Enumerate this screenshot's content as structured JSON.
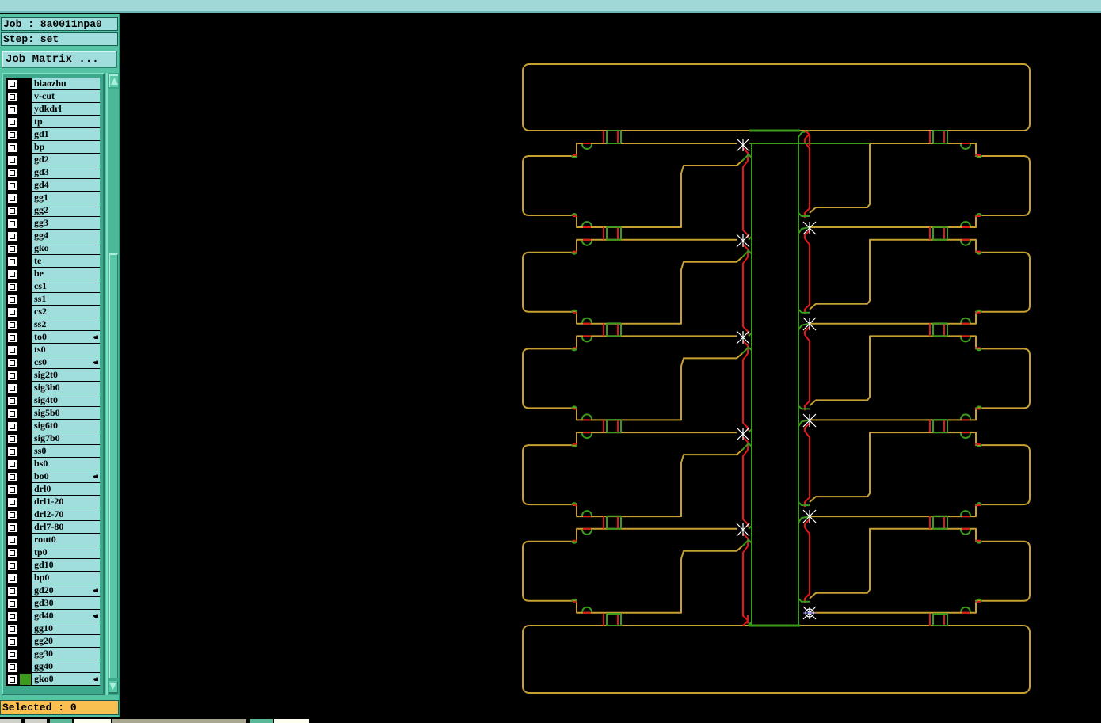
{
  "window": {
    "title": ""
  },
  "panel": {
    "job_label": "Job : 8a0011npa0",
    "step_label": "Step: set",
    "job_matrix_button": "Job Matrix ...",
    "selected_status": "Selected : 0"
  },
  "layers": [
    {
      "name": "biaozhu",
      "checked": false,
      "color": null,
      "marker": false
    },
    {
      "name": "v-cut",
      "checked": false,
      "color": null,
      "marker": false
    },
    {
      "name": "ydkdrl",
      "checked": false,
      "color": null,
      "marker": false
    },
    {
      "name": "tp",
      "checked": false,
      "color": null,
      "marker": false
    },
    {
      "name": "gd1",
      "checked": false,
      "color": null,
      "marker": false
    },
    {
      "name": "bp",
      "checked": false,
      "color": null,
      "marker": false
    },
    {
      "name": "gd2",
      "checked": false,
      "color": null,
      "marker": false
    },
    {
      "name": "gd3",
      "checked": false,
      "color": null,
      "marker": false
    },
    {
      "name": "gd4",
      "checked": false,
      "color": null,
      "marker": false
    },
    {
      "name": "gg1",
      "checked": false,
      "color": null,
      "marker": false
    },
    {
      "name": "gg2",
      "checked": false,
      "color": null,
      "marker": false
    },
    {
      "name": "gg3",
      "checked": false,
      "color": null,
      "marker": false
    },
    {
      "name": "gg4",
      "checked": false,
      "color": null,
      "marker": false
    },
    {
      "name": "gko",
      "checked": false,
      "color": null,
      "marker": false
    },
    {
      "name": "te",
      "checked": false,
      "color": null,
      "marker": false
    },
    {
      "name": "be",
      "checked": false,
      "color": null,
      "marker": false
    },
    {
      "name": "cs1",
      "checked": false,
      "color": null,
      "marker": false
    },
    {
      "name": "ss1",
      "checked": false,
      "color": null,
      "marker": false
    },
    {
      "name": "cs2",
      "checked": false,
      "color": null,
      "marker": false
    },
    {
      "name": "ss2",
      "checked": false,
      "color": null,
      "marker": false
    },
    {
      "name": "to0",
      "checked": false,
      "color": null,
      "marker": true
    },
    {
      "name": "ts0",
      "checked": false,
      "color": null,
      "marker": false
    },
    {
      "name": "cs0",
      "checked": false,
      "color": null,
      "marker": true
    },
    {
      "name": "sig2t0",
      "checked": false,
      "color": null,
      "marker": false
    },
    {
      "name": "sig3b0",
      "checked": false,
      "color": null,
      "marker": false
    },
    {
      "name": "sig4t0",
      "checked": false,
      "color": null,
      "marker": false
    },
    {
      "name": "sig5b0",
      "checked": false,
      "color": null,
      "marker": false
    },
    {
      "name": "sig6t0",
      "checked": false,
      "color": null,
      "marker": false
    },
    {
      "name": "sig7b0",
      "checked": false,
      "color": null,
      "marker": false
    },
    {
      "name": "ss0",
      "checked": false,
      "color": null,
      "marker": false
    },
    {
      "name": "bs0",
      "checked": false,
      "color": null,
      "marker": false
    },
    {
      "name": "bo0",
      "checked": false,
      "color": null,
      "marker": true
    },
    {
      "name": "drl0",
      "checked": false,
      "color": null,
      "marker": false
    },
    {
      "name": "drl1-20",
      "checked": false,
      "color": null,
      "marker": false
    },
    {
      "name": "drl2-70",
      "checked": false,
      "color": null,
      "marker": false
    },
    {
      "name": "drl7-80",
      "checked": false,
      "color": null,
      "marker": false
    },
    {
      "name": "rout0",
      "checked": false,
      "color": null,
      "marker": false
    },
    {
      "name": "tp0",
      "checked": false,
      "color": null,
      "marker": false
    },
    {
      "name": "gd10",
      "checked": false,
      "color": null,
      "marker": false
    },
    {
      "name": "bp0",
      "checked": false,
      "color": null,
      "marker": false
    },
    {
      "name": "gd20",
      "checked": false,
      "color": null,
      "marker": true
    },
    {
      "name": "gd30",
      "checked": false,
      "color": null,
      "marker": false
    },
    {
      "name": "gd40",
      "checked": false,
      "color": null,
      "marker": true
    },
    {
      "name": "gg10",
      "checked": false,
      "color": null,
      "marker": false
    },
    {
      "name": "gg20",
      "checked": false,
      "color": null,
      "marker": false
    },
    {
      "name": "gg30",
      "checked": false,
      "color": null,
      "marker": false
    },
    {
      "name": "gg40",
      "checked": false,
      "color": null,
      "marker": false
    },
    {
      "name": "gko0",
      "checked": false,
      "color": "#3c9a1c",
      "marker": true
    }
  ],
  "scrollbar": {
    "position_fraction": 0.28,
    "visible_fraction": 0.72
  },
  "colors": {
    "titlebar": "#a0d8d8",
    "panel_bg": "#54c4a4",
    "label_bg": "#a0dede",
    "selected_bg": "#f8c050",
    "canvas_bg": "#000000",
    "outline": "#c8a032",
    "trace_red": "#e01818",
    "trace_green": "#3c9a1c",
    "marker": "#ffffff",
    "cursor_marker": "#8080ff"
  },
  "icons": {
    "layer_marker": "arrow-pointer-icon",
    "scroll_up": "triangle-up-icon",
    "scroll_down": "triangle-down-icon",
    "checkbox": "checkbox-icon",
    "drill_marker": "star-cross-icon"
  },
  "canvas": {
    "panel_units_per_side": 5,
    "crosshair_count": 10
  },
  "bottom_strip": {
    "buttons": [
      {
        "name": "strip-button-1",
        "color": "#d0d0c8"
      },
      {
        "name": "strip-button-2",
        "color": "#d0d0c8"
      },
      {
        "name": "strip-button-3",
        "color": "#58b898"
      },
      {
        "name": "strip-button-4",
        "color": "#fffff0"
      },
      {
        "name": "strip-button-5",
        "color": "#a8a890"
      },
      {
        "name": "strip-button-6",
        "color": "#58b898"
      },
      {
        "name": "strip-button-7",
        "color": "#fffff0"
      }
    ]
  }
}
